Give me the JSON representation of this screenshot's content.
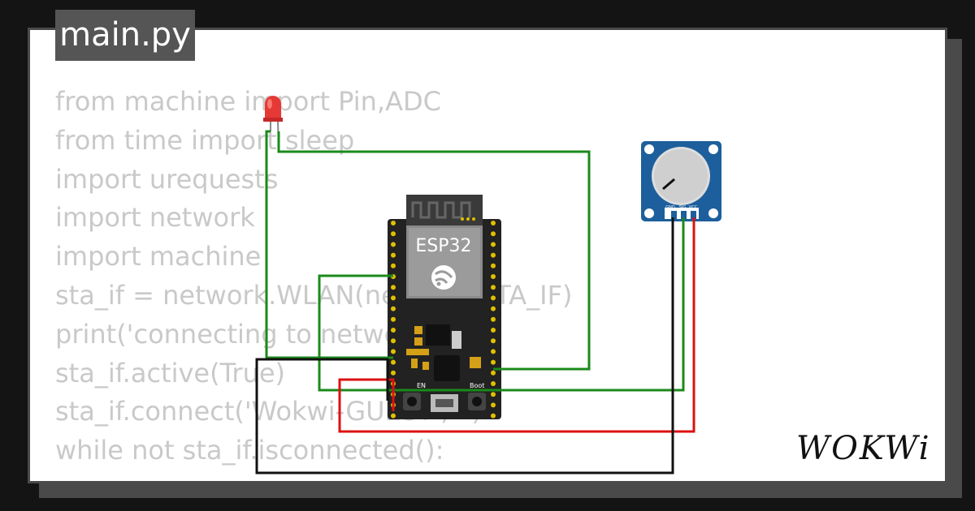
{
  "file_tab": {
    "label": "main.py"
  },
  "code_lines": [
    "from machine import Pin,ADC",
    "from time import sleep",
    "import urequests",
    "import network",
    "import machine",
    "sta_if = network.WLAN(network.STA_IF)",
    "print('connecting to network')",
    "sta_if.active(True)",
    "sta_if.connect('Wokwi-GUEST', '')",
    "while not sta_if.isconnected():"
  ],
  "board": {
    "chip_label": "ESP32",
    "en_label": "EN",
    "boot_label": "Boot"
  },
  "potentiometer": {
    "pin_gnd": "GND",
    "pin_sig": "SIG",
    "pin_vcc": "VCC"
  },
  "brand": {
    "logo": "WOKWi"
  },
  "colors": {
    "background": "#141414",
    "card": "#ffffff",
    "tab": "#555555",
    "code_text": "#c9c9c9",
    "wire_green": "#1a8a1a",
    "wire_red": "#dd1111",
    "wire_black": "#111111",
    "board": "#222222",
    "pin": "#e0c000",
    "pot_board": "#1d5f9c",
    "led": "#e53935"
  }
}
